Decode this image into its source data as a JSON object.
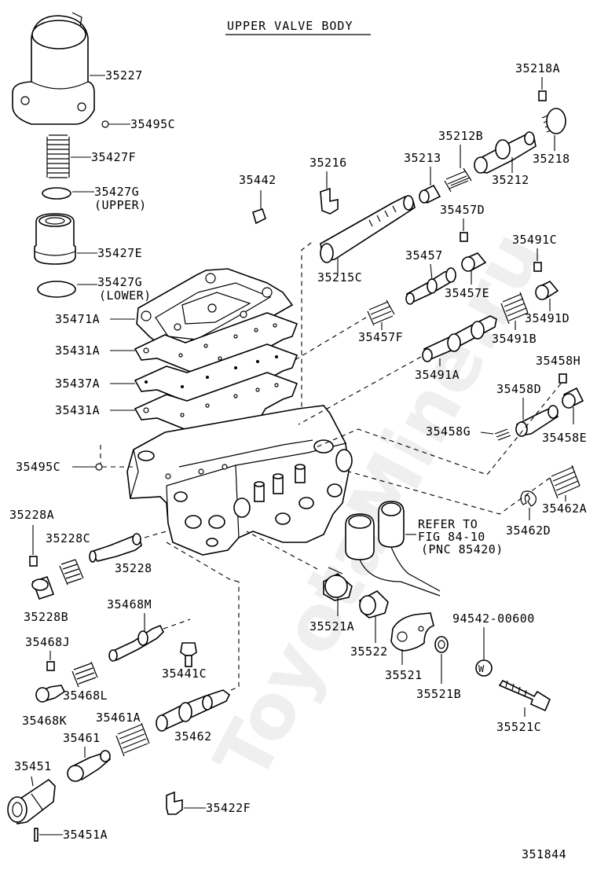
{
  "title": "UPPER VALVE BODY",
  "figure_number": "351844",
  "watermark": "ToyotaMine.ru",
  "refer_note": [
    "REFER TO",
    "FIG 84-10",
    "(PNC 85420)"
  ],
  "parts": {
    "p35227": "35227",
    "p35495c_top": "35495C",
    "p35427f": "35427F",
    "p35427g_upper": "35427G",
    "p35427g_upper_note": "(UPPER)",
    "p35427e": "35427E",
    "p35427g_lower": "35427G",
    "p35427g_lower_note": "(LOWER)",
    "p35471a": "35471A",
    "p35431a_1": "35431A",
    "p35437a": "35437A",
    "p35431a_2": "35431A",
    "p35495c_mid": "35495C",
    "p35228a": "35228A",
    "p35228c": "35228C",
    "p35228": "35228",
    "p35228b": "35228B",
    "p35468m": "35468M",
    "p35468j": "35468J",
    "p35441c": "35441C",
    "p35468l": "35468L",
    "p35468k": "35468K",
    "p35461a": "35461A",
    "p35461": "35461",
    "p35462": "35462",
    "p35451": "35451",
    "p35451a": "35451A",
    "p35422f": "35422F",
    "p35442": "35442",
    "p35216": "35216",
    "p35215c": "35215C",
    "p35213": "35213",
    "p35212b": "35212B",
    "p35212": "35212",
    "p35218": "35218",
    "p35218a": "35218A",
    "p35457": "35457",
    "p35457d": "35457D",
    "p35457e": "35457E",
    "p35457f": "35457F",
    "p35491c": "35491C",
    "p35491d": "35491D",
    "p35491b": "35491B",
    "p35491a": "35491A",
    "p35458h": "35458H",
    "p35458d": "35458D",
    "p35458g": "35458G",
    "p35458e": "35458E",
    "p35462a": "35462A",
    "p35462d": "35462D",
    "p35521a": "35521A",
    "p35522": "35522",
    "p35521": "35521",
    "p35521b": "35521B",
    "p94542": "94542-00600",
    "p35521c": "35521C",
    "washer_mark": "W"
  }
}
